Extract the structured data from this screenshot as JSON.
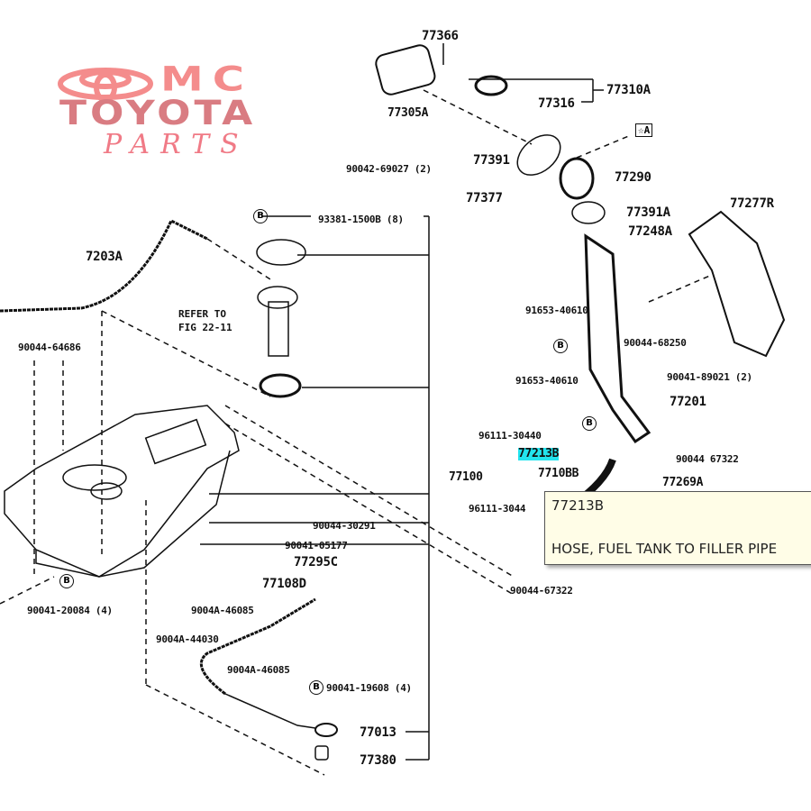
{
  "logo": {
    "line1": "MC",
    "line2": "TOYOTA",
    "line3": "PARTS",
    "color_primary": "#f48c8c",
    "color_secondary": "#d97c82"
  },
  "diagram": {
    "note_line1": "REFER TO",
    "note_line2": "FIG 22-11",
    "ref_box": "☆A",
    "ref_circle": "B",
    "highlight_color": "#22e4ef",
    "parts": [
      "77366",
      "77305A",
      "77310A",
      "77316",
      "90042-69027 (2)",
      "77391",
      "77290",
      "77377",
      "77391A",
      "77277R",
      "77248A",
      "93381-1500B (8)",
      "7203A",
      "91653-40610",
      "90044-68250",
      "90041-89021 (2)",
      "90044-64686",
      "91653-40610",
      "77201",
      "96111-30440",
      "77213B",
      "90044 67322",
      "77100",
      "7710BB",
      "77269A",
      "96111-3044",
      "90044-30291",
      "90041-05177",
      "77295C",
      "90044-67322",
      "77108D",
      "90041-20084 (4)",
      "9004A-46085",
      "9004A-44030",
      "9004A-46085",
      "90041-19608 (4)",
      "77013",
      "77380"
    ]
  },
  "tooltip": {
    "part_number": "77213B",
    "description": "HOSE, FUEL TANK TO FILLER PIPE"
  }
}
